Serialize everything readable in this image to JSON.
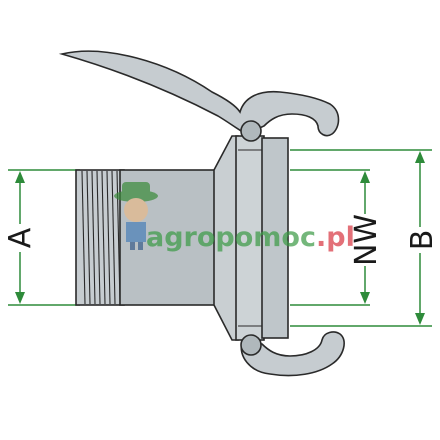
{
  "drawing": {
    "labels": {
      "a": "A",
      "nw": "NW",
      "b": "B"
    },
    "colors": {
      "outline": "#2a2a2a",
      "metal_light": "#c9cfd2",
      "metal_mid": "#b5bcc0",
      "metal_dark": "#9aa2a7",
      "dimension_green": "#2e8b3a"
    }
  },
  "watermark": {
    "text_main": "agropomoc",
    "text_tld": ".pl",
    "main_color": "#3a9a44",
    "tld_color": "#d8343f"
  }
}
